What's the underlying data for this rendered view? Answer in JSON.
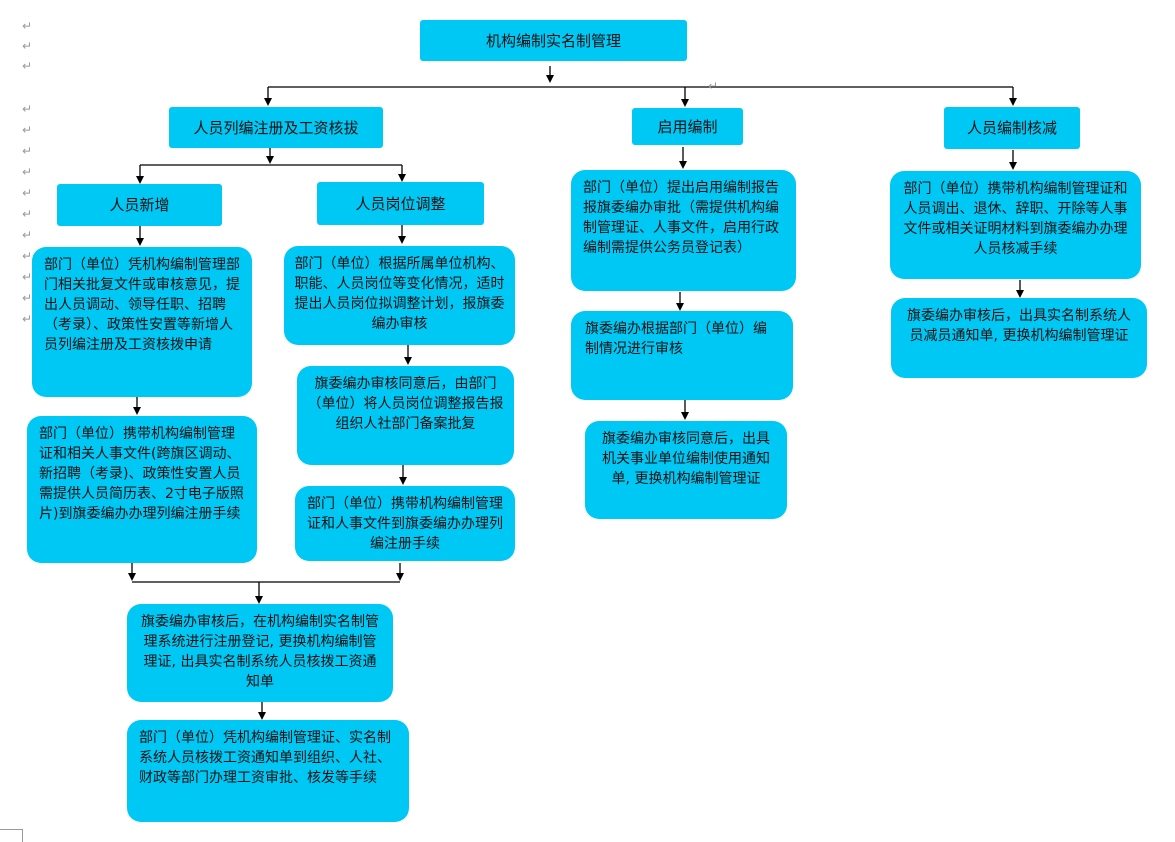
{
  "title": "机构编制实名制管理",
  "branches": {
    "register": "人员列编注册及工资核拔",
    "enable": "启用编制",
    "reduce": "人员编制核减"
  },
  "register": {
    "new_person": "人员新增",
    "adjust": "人员岗位调整",
    "new_step1": "部门（单位）凭机构编制管理部门相关批复文件或审核意见，提出人员调动、领导任职、招聘（考录）、政策性安置等新增人员列编注册及工资核拨申请",
    "new_step2": "部门（单位）携带机构编制管理证和相关人事文件(跨旗区调动、新招聘（考录)、政策性安置人员需提供人员简历表、2寸电子版照片)到旗委编办办理列编注册手续",
    "adjust_step1": "部门（单位）根据所属单位机构、职能、人员岗位等变化情况，适时提出人员岗位拟调整计划，报旗委编办审核",
    "adjust_step2": "旗委编办审核同意后，由部门（单位）将人员岗位调整报告报组织人社部门备案批复",
    "adjust_step3": "部门（单位）携带机构编制管理证和人事文件到旗委编办办理列编注册手续",
    "merge_step1": "旗委编办审核后，在机构编制实名制管理系统进行注册登记, 更换机构编制管理证, 出具实名制系统人员核拨工资通知单",
    "merge_step2": "部门（单位）凭机构编制管理证、实名制系统人员核拨工资通知单到组织、人社、财政等部门办理工资审批、核发等手续"
  },
  "enable": {
    "step1": "部门（单位）提出启用编制报告报旗委编办审批（需提供机构编制管理证、人事文件，启用行政编制需提供公务员登记表）",
    "step2": "旗委编办根据部门（单位）编制情况进行审核",
    "step3": "旗委编办审核同意后，出具机关事业单位编制使用通知单, 更换机构编制管理证"
  },
  "reduce": {
    "step1": "部门（单位）携带机构编制管理证和人员调出、退休、辞职、开除等人事文件或相关证明材料到旗委编办办理人员核减手续",
    "step2": "旗委编办审核后，出具实名制系统人员减员通知单, 更换机构编制管理证"
  },
  "colors": {
    "box": "#00c8f5",
    "line": "#000000"
  },
  "icons": {
    "paragraph_mark": "↵"
  }
}
